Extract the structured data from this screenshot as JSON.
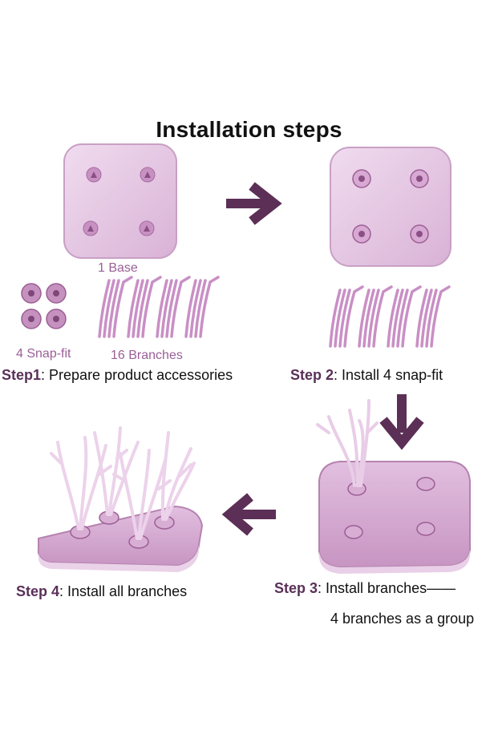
{
  "title": "Installation steps",
  "colors": {
    "product": "#e6c7e4",
    "product_dark": "#b07aa9",
    "arrow": "#5c2f56",
    "label": "#9a5f97",
    "step_label": "#5a3058"
  },
  "labels": {
    "base": "1 Base",
    "snapfit": "4 Snap-fit",
    "branches": "16 Branches"
  },
  "steps": {
    "step1": {
      "label": "Step1",
      "text": ": Prepare product accessories"
    },
    "step2": {
      "label": "Step 2",
      "text": ": Install 4 snap-fit"
    },
    "step3": {
      "label": "Step 3",
      "text": ": Install branches——",
      "text2": "4 branches as a group"
    },
    "step4": {
      "label": "Step 4",
      "text": ": Install all branches"
    }
  }
}
